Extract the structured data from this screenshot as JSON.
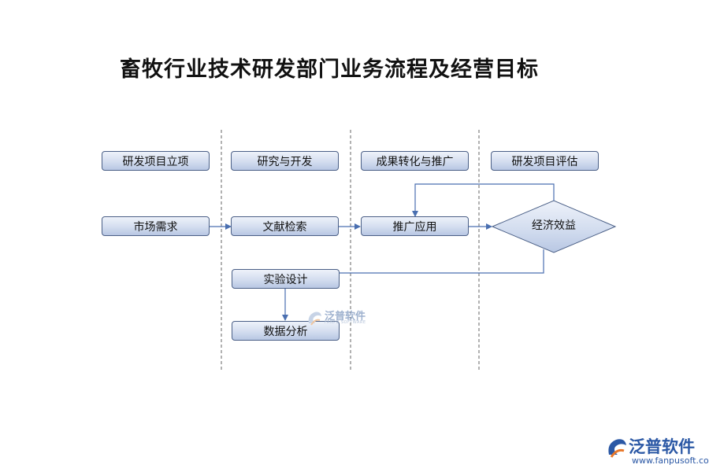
{
  "title": "畜牧行业技术研发部门业务流程及经营目标",
  "lanes": [
    "研发项目立项",
    "研究与开发",
    "成果转化与推广",
    "研发项目评估"
  ],
  "nodes": {
    "market": "市场需求",
    "literature": "文献检索",
    "promotion": "推广应用",
    "benefit": "经济效益",
    "experiment": "实验设计",
    "analysis": "数据分析"
  },
  "watermark": {
    "brand": "泛普软件",
    "sub": "FANPU SOFTWARE"
  },
  "logo": {
    "brand": "泛普软件",
    "url": "www.fanpusoft.com"
  },
  "colors": {
    "line": "#4a6fb0",
    "box_border": "#4a5f86",
    "divider": "#666666"
  }
}
